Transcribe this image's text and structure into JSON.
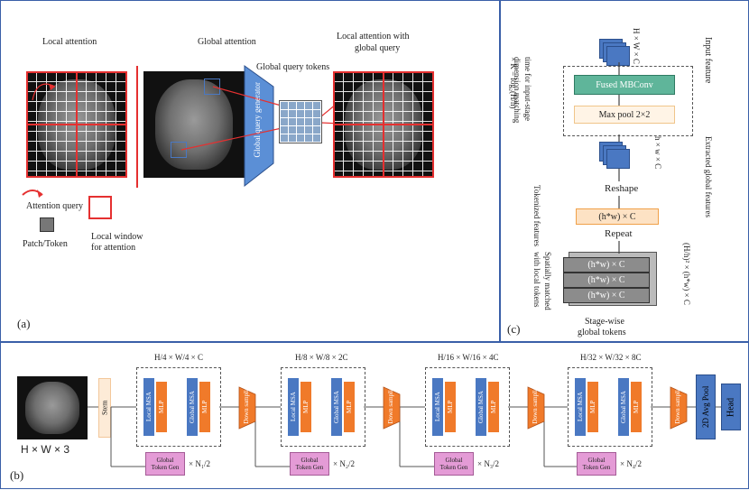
{
  "panel_a": {
    "label": "(a)",
    "title_local": "Local attention",
    "title_global": "Global attention",
    "title_local_global_1": "Local attention with",
    "title_local_global_2": "global query",
    "gq_tokens": "Global query tokens",
    "gq_generator": "Global query generator",
    "legend_attention_query": "Attention query",
    "legend_patch": "Patch/Token",
    "legend_window_1": "Local window",
    "legend_window_2": "for attention"
  },
  "panel_c": {
    "label": "(c)",
    "input_feature": "Input feature",
    "hwc_in": "H × W × C",
    "fused": "Fused MBConv",
    "maxpool": "Max pool 2×2",
    "k_eq": "× K  =  log₂(H/h)",
    "k_note_1": "time for input-stage",
    "k_note_2": "dimension matching",
    "hwc_out": "h × w × C",
    "extracted_1": "Extracted global features",
    "reshape": "Reshape",
    "tokenized": "Tokenized features",
    "hw_c": "(h*w) × C",
    "repeat": "Repeat",
    "spatial_1": "Spatially matched",
    "spatial_2": "with local tokens",
    "rep_dim": "(H/h)² × (h*w) × C",
    "stack": [
      "(h*w) × C",
      "(h*w) × C",
      "(h*w) × C"
    ],
    "stagewise_1": "Stage-wise",
    "stagewise_2": "global tokens"
  },
  "panel_b": {
    "label": "(b)",
    "input_dim": "H × W × 3",
    "stem": "Stem",
    "local_msa": "Local MSA",
    "global_msa": "Global MSA",
    "mlp": "MLP",
    "down": "Down sampling",
    "token_gen_1": "Global",
    "token_gen_2": "Token Gen",
    "stage_dims": [
      "H/4 × W/4 × C",
      "H/8 × W/8 × 2C",
      "H/16 × W/16 × 4C",
      "H/32 × W/32 × 8C"
    ],
    "stage_reps": [
      "× N₁/2",
      "× N₂/2",
      "× N₃/2",
      "× N₄/2"
    ],
    "pool": "2D Avg Pool",
    "head": "Head"
  },
  "colors": {
    "border": "#3a5fa8",
    "red": "#e53030",
    "blue_block": "#4a78c2",
    "orange": "#f07a2a",
    "pink": "#e49bd6",
    "green": "#5fb59a"
  }
}
